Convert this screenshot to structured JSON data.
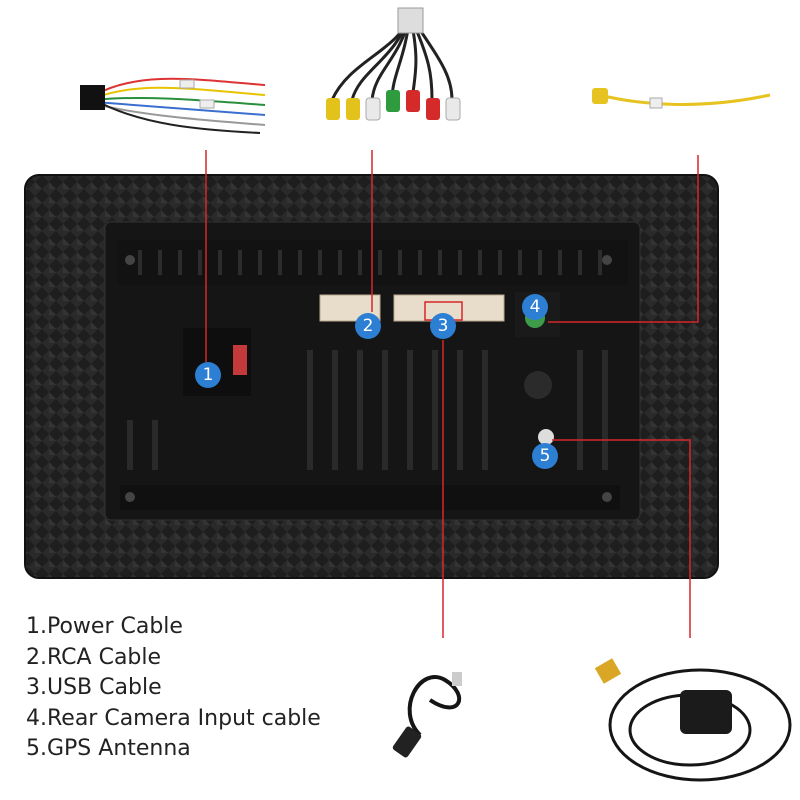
{
  "markers": [
    "1",
    "2",
    "3",
    "4",
    "5"
  ],
  "legend": [
    "1.Power Cable",
    "2.RCA Cable",
    "3.USB Cable",
    "4.Rear Camera Input cable",
    "5.GPS Antenna"
  ],
  "colors": {
    "marker": "#2d7fd3",
    "leader": "#d7262b",
    "device": "#1c1c1c"
  }
}
